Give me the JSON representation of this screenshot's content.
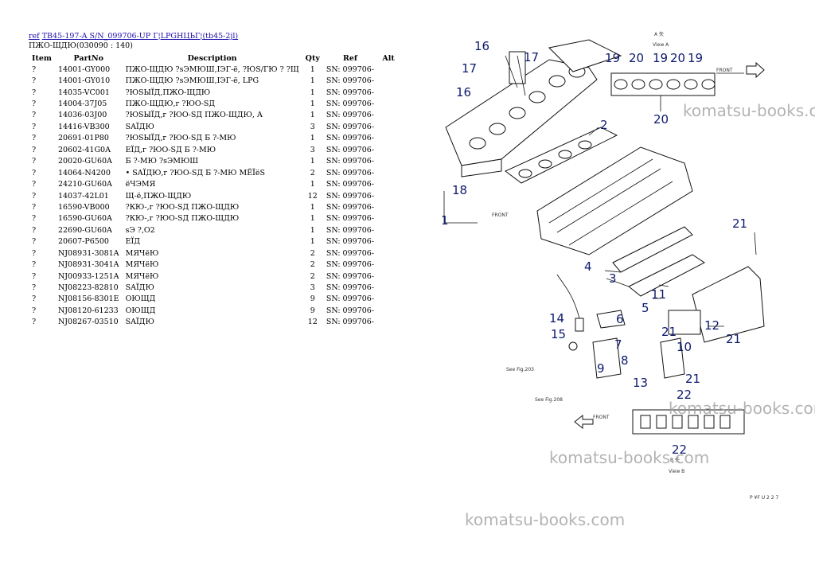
{
  "header": {
    "ref_link": "ref",
    "title_link": "TB45-197-A S/N_099706-UP Г¦LPGНЦЬГ¦(tb45-2jl)",
    "subtitle": "ПЖО-ЩДЮ(030090 : 140)"
  },
  "table": {
    "columns": [
      "Item",
      "PartNo",
      "Description",
      "Qty",
      "Ref",
      "Alt"
    ],
    "rows": [
      {
        "item": "?",
        "part": "14001-GY000",
        "desc": "ПЖО-ЩДЮ ?sЭМЮШ,ІЭГ-ё, ?ЮS/ГЮ ? ?Щ",
        "qty": "1",
        "ref": "SN: 099706-",
        "alt": ""
      },
      {
        "item": "?",
        "part": "14001-GY010",
        "desc": "ПЖО-ЩДЮ ?sЭМЮШ,ІЭГ-ё, LPG",
        "qty": "1",
        "ref": "SN: 099706-",
        "alt": ""
      },
      {
        "item": "?",
        "part": "14035-VC001",
        "desc": "?ЮSЫЇД,ПЖО-ЩДЮ",
        "qty": "1",
        "ref": "SN: 099706-",
        "alt": ""
      },
      {
        "item": "?",
        "part": "14004-37J05",
        "desc": "ПЖО-ЩДЮ,г ?ЮО-SД",
        "qty": "1",
        "ref": "SN: 099706-",
        "alt": ""
      },
      {
        "item": "?",
        "part": "14036-03J00",
        "desc": "?ЮSЫЇД,г ?ЮО-SД ПЖО-ЩДЮ, A",
        "qty": "1",
        "ref": "SN: 099706-",
        "alt": ""
      },
      {
        "item": "?",
        "part": "14416-VB300",
        "desc": "SAЇДЮ",
        "qty": "3",
        "ref": "SN: 099706-",
        "alt": ""
      },
      {
        "item": "?",
        "part": "20691-01P80",
        "desc": "?ЮSЫЇД,г ?ЮО-SД Б ?-МЮ",
        "qty": "1",
        "ref": "SN: 099706-",
        "alt": ""
      },
      {
        "item": "?",
        "part": "20602-41G0A",
        "desc": "ЕЇД,г ?ЮО-SД Б ?-МЮ",
        "qty": "3",
        "ref": "SN: 099706-",
        "alt": ""
      },
      {
        "item": "?",
        "part": "20020-GU60A",
        "desc": "Б ?-МЮ ?sЭМЮШ",
        "qty": "1",
        "ref": "SN: 099706-",
        "alt": ""
      },
      {
        "item": "?",
        "part": "14064-N4200",
        "desc": "• SAЇДЮ,г ?ЮО-SД Б ?-МЮ МЁЇёS",
        "qty": "2",
        "ref": "SN: 099706-",
        "alt": ""
      },
      {
        "item": "?",
        "part": "24210-GU60A",
        "desc": "ёЧЭМЯ",
        "qty": "1",
        "ref": "SN: 099706-",
        "alt": ""
      },
      {
        "item": "?",
        "part": "14037-42L01",
        "desc": "Щ-ё,ПЖО-ЩДЮ",
        "qty": "12",
        "ref": "SN: 099706-",
        "alt": ""
      },
      {
        "item": "?",
        "part": "16590-VB000",
        "desc": "?КЮ-,г ?ЮО-SД ПЖО-ЩДЮ",
        "qty": "1",
        "ref": "SN: 099706-",
        "alt": ""
      },
      {
        "item": "?",
        "part": "16590-GU60A",
        "desc": "?КЮ-,г ?ЮО-SД ПЖО-ЩДЮ",
        "qty": "1",
        "ref": "SN: 099706-",
        "alt": ""
      },
      {
        "item": "?",
        "part": "22690-GU60A",
        "desc": "sЭ ?,О2",
        "qty": "1",
        "ref": "SN: 099706-",
        "alt": ""
      },
      {
        "item": "?",
        "part": "20607-P6500",
        "desc": "ЕЇД",
        "qty": "1",
        "ref": "SN: 099706-",
        "alt": ""
      },
      {
        "item": "?",
        "part": "NJ08931-3081A",
        "desc": "МЯЧёЮ",
        "qty": "2",
        "ref": "SN: 099706-",
        "alt": ""
      },
      {
        "item": "?",
        "part": "NJ08931-3041A",
        "desc": "МЯЧёЮ",
        "qty": "2",
        "ref": "SN: 099706-",
        "alt": ""
      },
      {
        "item": "?",
        "part": "NJ00933-1251A",
        "desc": "МЯЧёЮ",
        "qty": "2",
        "ref": "SN: 099706-",
        "alt": ""
      },
      {
        "item": "?",
        "part": "NJ08223-82810",
        "desc": "SAЇДЮ",
        "qty": "3",
        "ref": "SN: 099706-",
        "alt": ""
      },
      {
        "item": "?",
        "part": "NJ08156-8301E",
        "desc": "ОЮЩД",
        "qty": "9",
        "ref": "SN: 099706-",
        "alt": ""
      },
      {
        "item": "?",
        "part": "NJ08120-61233",
        "desc": "ОЮЩД",
        "qty": "9",
        "ref": "SN: 099706-",
        "alt": ""
      },
      {
        "item": "?",
        "part": "NJ08267-03510",
        "desc": "SAЇДЮ",
        "qty": "12",
        "ref": "SN: 099706-",
        "alt": ""
      }
    ]
  },
  "diagram": {
    "callouts": [
      "1",
      "2",
      "3",
      "4",
      "5",
      "6",
      "7",
      "8",
      "9",
      "10",
      "11",
      "12",
      "13",
      "14",
      "15",
      "16",
      "16",
      "17",
      "17",
      "18",
      "19",
      "19",
      "19",
      "20",
      "20",
      "20",
      "21",
      "21",
      "21",
      "21",
      "22",
      "22"
    ],
    "view_a": "A 矢",
    "view_a_sub": "View A",
    "view_b": "B 矢",
    "view_b_sub": "View B",
    "front": "FRONT",
    "see_fig_1": "See Fig.203",
    "see_fig_2": "See Fig.208",
    "fig_code": "P ¥F U 2 2 7",
    "watermark": "komatsu-books.com"
  }
}
